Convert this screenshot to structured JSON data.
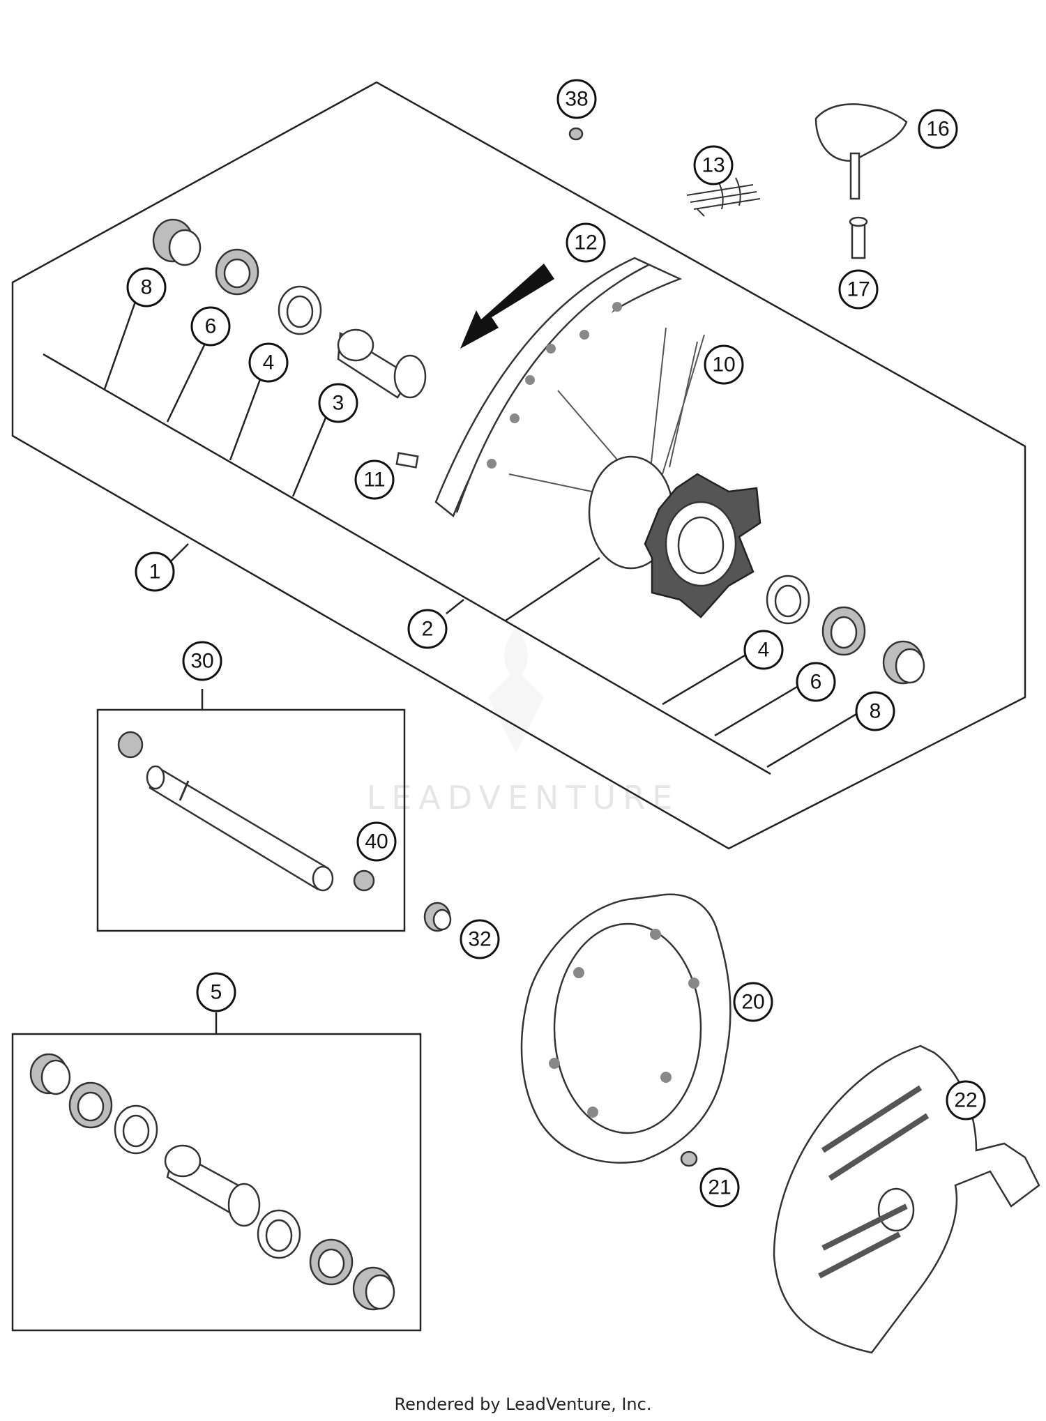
{
  "callouts": {
    "c1": "1",
    "c2": "2",
    "c3": "3",
    "c4a": "4",
    "c4b": "4",
    "c5": "5",
    "c6a": "6",
    "c6b": "6",
    "c8a": "8",
    "c8b": "8",
    "c10": "10",
    "c11": "11",
    "c12": "12",
    "c13": "13",
    "c16": "16",
    "c17": "17",
    "c20": "20",
    "c21": "21",
    "c22": "22",
    "c30": "30",
    "c32": "32",
    "c38": "38",
    "c40": "40"
  },
  "watermark": "LEADVENTURE",
  "footer": "Rendered by LeadVenture, Inc."
}
